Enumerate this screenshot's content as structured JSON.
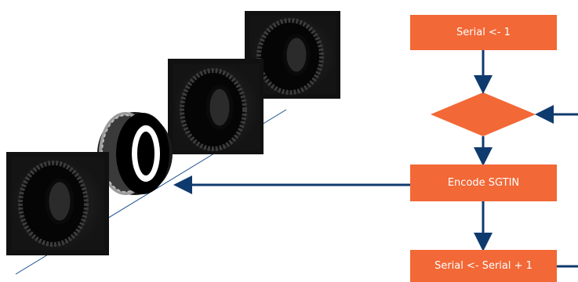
{
  "colors": {
    "node_fill": "#F26836",
    "arrow": "#0F3A6E",
    "ground_line": "#1B4F8C",
    "tire_bg": "#1a1a1a"
  },
  "flowchart": {
    "init_label": "Serial <- 1",
    "encode_label": "Encode SGTIN",
    "increment_label": "Serial <- Serial + 1"
  },
  "illustration": {
    "items": [
      "tire-image",
      "tire-image",
      "tire-image",
      "tire-image",
      "tire-image"
    ]
  }
}
